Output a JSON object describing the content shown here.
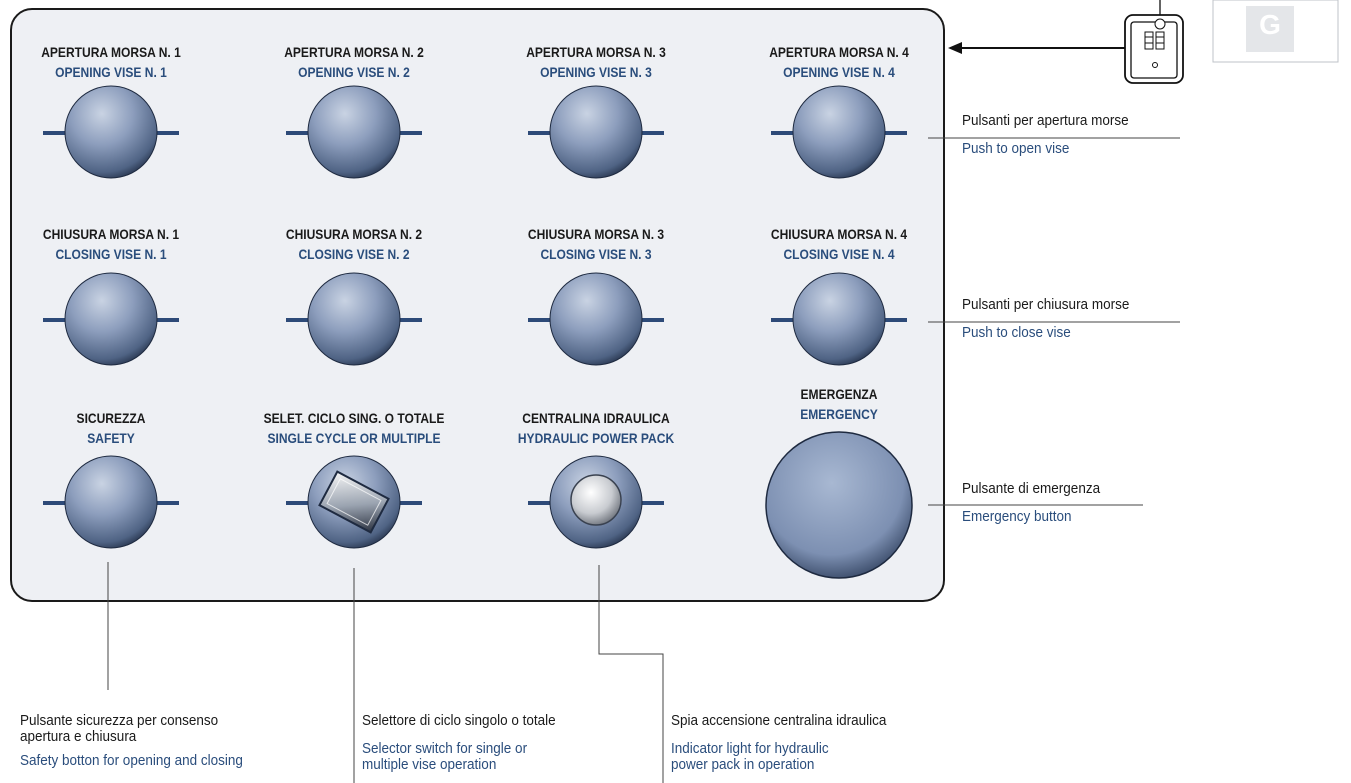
{
  "panel": {
    "row1": [
      {
        "it": "APERTURA MORSA N. 1",
        "en": "OPENING VISE N. 1"
      },
      {
        "it": "APERTURA MORSA N. 2",
        "en": "OPENING VISE N. 2"
      },
      {
        "it": "APERTURA MORSA N. 3",
        "en": "OPENING VISE N. 3"
      },
      {
        "it": "APERTURA MORSA N. 4",
        "en": "OPENING VISE N. 4"
      }
    ],
    "row2": [
      {
        "it": "CHIUSURA MORSA N. 1",
        "en": "CLOSING VISE N. 1"
      },
      {
        "it": "CHIUSURA MORSA N. 2",
        "en": "CLOSING VISE N. 2"
      },
      {
        "it": "CHIUSURA MORSA N. 3",
        "en": "CLOSING VISE N. 3"
      },
      {
        "it": "CHIUSURA MORSA N. 4",
        "en": "CLOSING VISE N. 4"
      }
    ],
    "row3": [
      {
        "it": "SICUREZZA",
        "en": "SAFETY"
      },
      {
        "it": "SELET. CICLO SING. O TOTALE",
        "en": "SINGLE CYCLE OR MULTIPLE"
      },
      {
        "it": "CENTRALINA IDRAULICA",
        "en": "HYDRAULIC POWER PACK"
      },
      {
        "it": "EMERGENZA",
        "en": "EMERGENCY"
      }
    ]
  },
  "callouts_right": [
    {
      "it": "Pulsanti per apertura morse",
      "en": "Push to open vise"
    },
    {
      "it": "Pulsanti per chiusura morse",
      "en": "Push to close vise"
    },
    {
      "it": "Pulsante di emergenza",
      "en": "Emergency button"
    }
  ],
  "callouts_bottom": [
    {
      "it1": "Pulsante sicurezza per consenso",
      "it2": "apertura e chiusura",
      "en1": "Safety botton for opening and closing",
      "en2": ""
    },
    {
      "it1": "Selettore di ciclo singolo o totale",
      "it2": "",
      "en1": "Selector switch for single or",
      "en2": "multiple vise operation"
    },
    {
      "it1": "Spia accensione centralina idraulica",
      "it2": "",
      "en1": "Indicator light for hydraulic",
      "en2": "power pack in operation"
    }
  ],
  "colors": {
    "label_it": "#1a1a1a",
    "label_en": "#2a4d7c",
    "button": "#8a9bb8",
    "panel": "#eef0f4"
  },
  "icons": {
    "device": "control-box-icon",
    "logo": "gerardi-logo"
  }
}
